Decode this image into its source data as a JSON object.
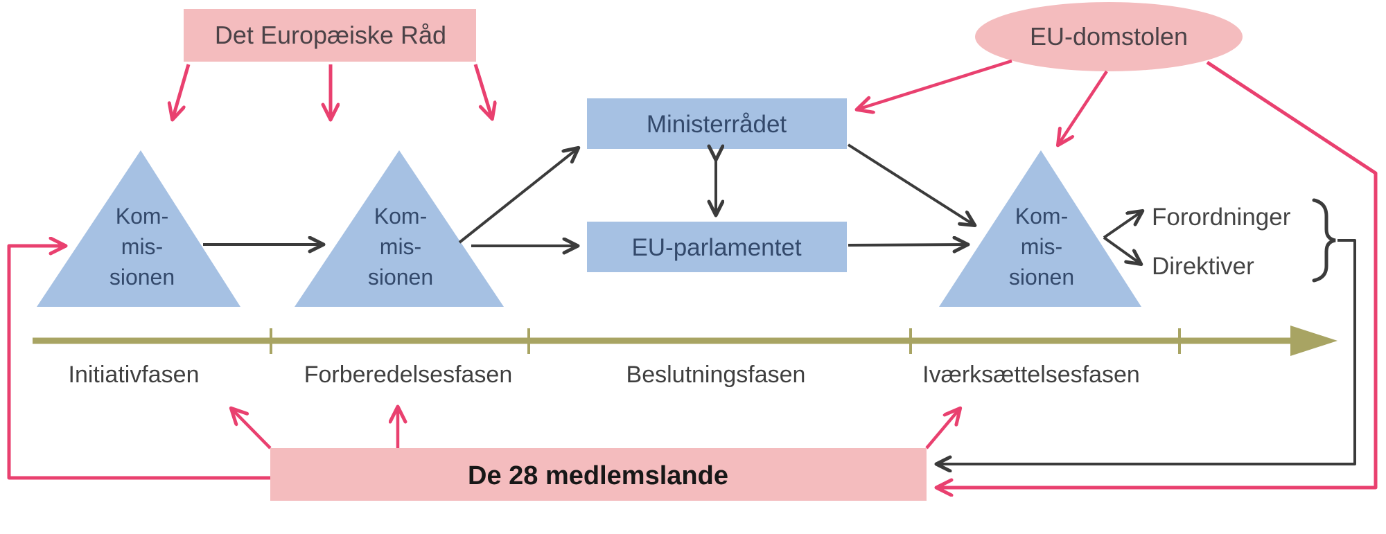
{
  "nodes": {
    "det_europaeiske_raad": "Det Europæiske Råd",
    "eu_domstolen": "EU-domstolen",
    "ministerraadet": "Ministerrådet",
    "eu_parlamentet": "EU-parlamentet",
    "kommissionen_lines": [
      "Kom-",
      "mis-",
      "sionen"
    ],
    "de_28_medlemslande": "De 28 medlemslande"
  },
  "outputs": {
    "forordninger": "Forordninger",
    "direktiver": "Direktiver"
  },
  "timeline_phases": [
    "Initiativfasen",
    "Forberedelsesfasen",
    "Beslutningsfasen",
    "Iværksættelsesfasen"
  ],
  "colors": {
    "blue_fill": "#a6c1e3",
    "pink_fill": "#f4bcbe",
    "pink_arrow": "#e9406f",
    "olive_timeline": "#a8a463",
    "dark_line": "#3b3b3b",
    "blue_text": "#33496b",
    "dark_text": "#3f3f3f"
  }
}
